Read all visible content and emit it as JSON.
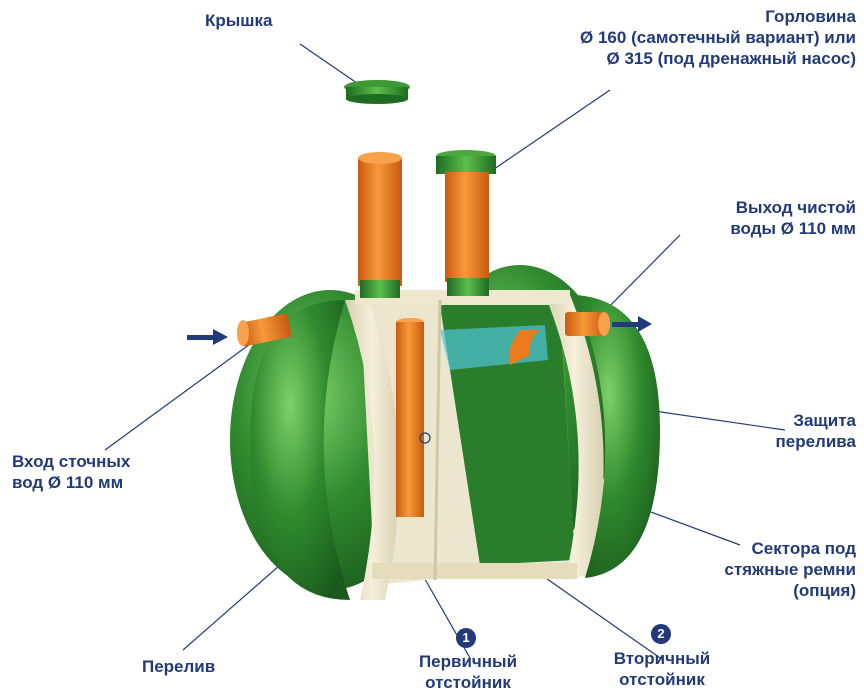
{
  "labels": {
    "lid": "Крышка",
    "neck_l1": "Горловина",
    "neck_l2": "Ø 160 (самотечный вариант) или",
    "neck_l3": "Ø 315 (под дренажный насос)",
    "outlet_l1": "Выход чистой",
    "outlet_l2": "воды Ø 110 мм",
    "inlet_l1": "Вход сточных",
    "inlet_l2": "вод Ø 110 мм",
    "protect_l1": "Защита",
    "protect_l2": "перелива",
    "straps_l1": "Сектора под",
    "straps_l2": "стяжные ремни",
    "straps_l3": "(опция)",
    "overflow": "Перелив",
    "primary_l1": "Первичный",
    "primary_l2": "отстойник",
    "secondary_l1": "Вторичный",
    "secondary_l2": "отстойник",
    "badge1": "1",
    "badge2": "2"
  },
  "colors": {
    "label": "#233a7a",
    "tank_green": "#2f8a2e",
    "pipe_orange": "#ee7a1e",
    "band_cream": "#f1ead2",
    "water": "#4fc3d9"
  }
}
